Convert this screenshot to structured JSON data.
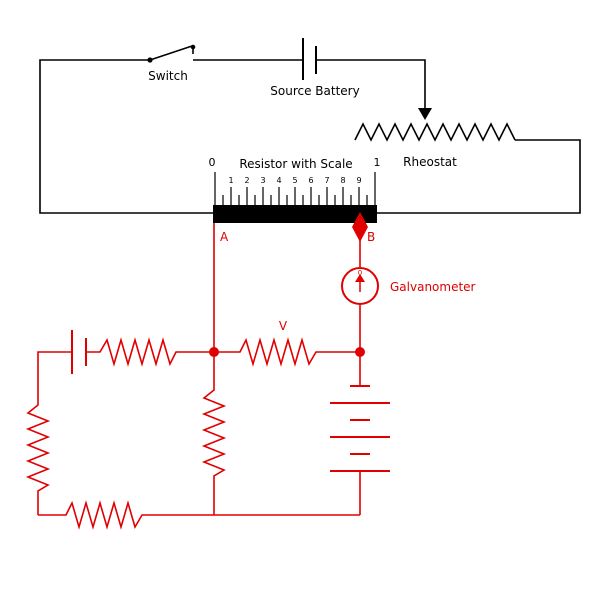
{
  "labels": {
    "switch": "Switch",
    "source_battery": "Source Battery",
    "rheostat": "Rheostat",
    "resistor_scale": "Resistor with Scale",
    "scale_start": "0",
    "scale_end": "1",
    "point_a": "A",
    "point_b": "B",
    "galvanometer": "Galvanometer",
    "galvanometer_zero": "0",
    "voltage": "V"
  },
  "scale_ticks": [
    "1",
    "2",
    "3",
    "4",
    "5",
    "6",
    "7",
    "8",
    "9"
  ],
  "colors": {
    "primary_circuit": "#000000",
    "secondary_circuit": "#e00000",
    "resistor_bar": "#000000"
  }
}
